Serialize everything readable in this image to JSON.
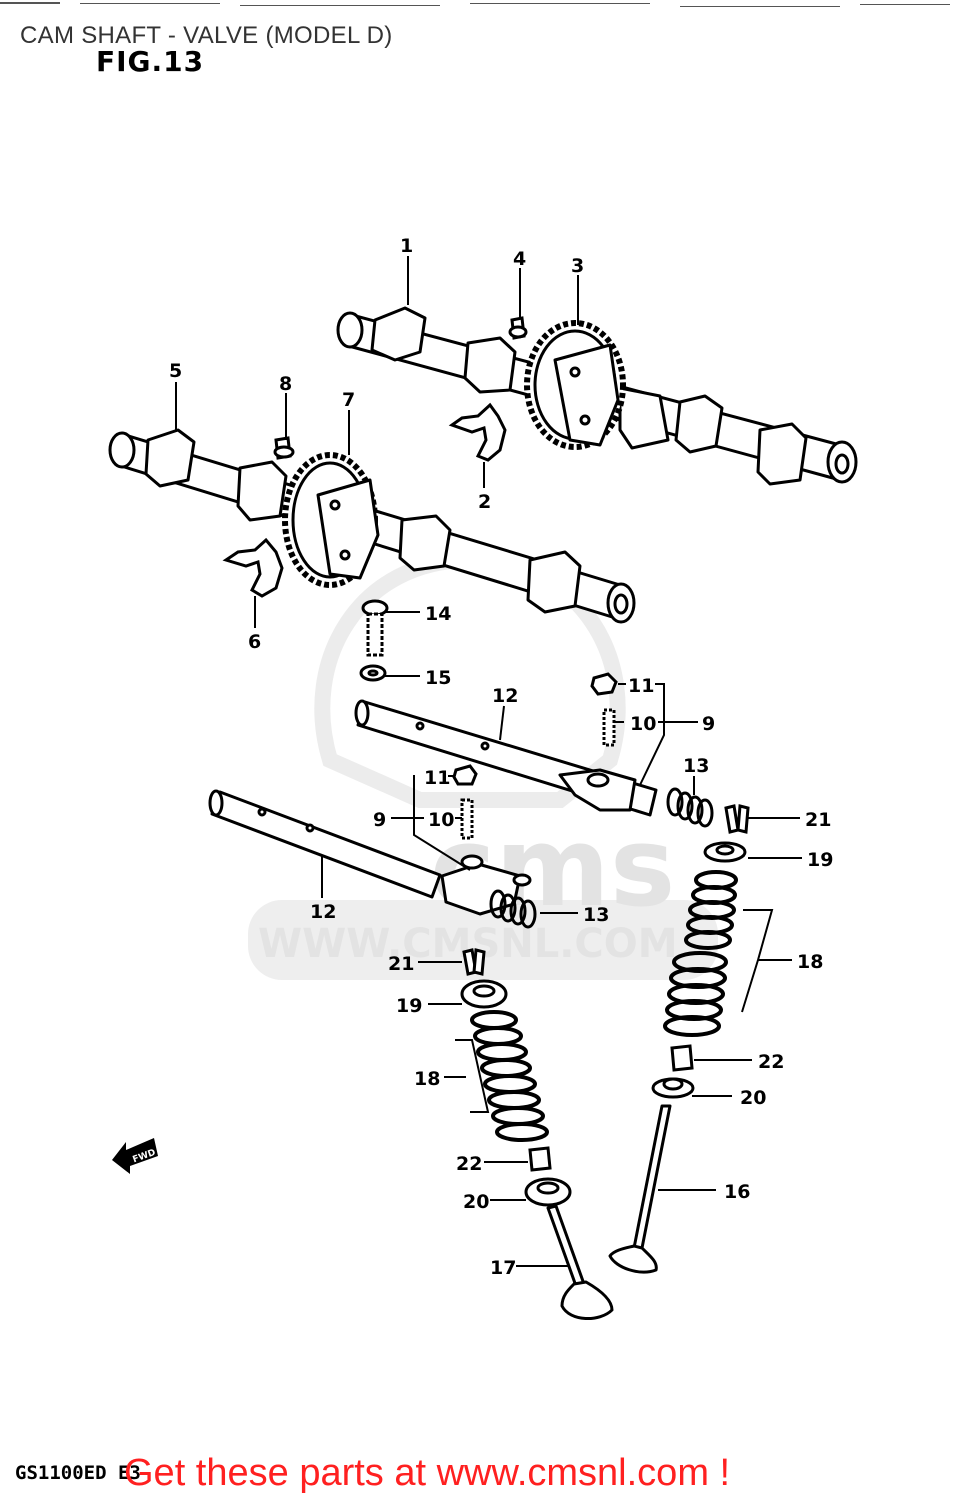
{
  "header": {
    "title": "CAM SHAFT - VALVE (MODEL D)",
    "figure": "FIG.13"
  },
  "watermark": {
    "brand": "cms",
    "url": "WWW.CMSNL.COM"
  },
  "front_marker": "FWD",
  "callouts": [
    {
      "id": "c1",
      "text": "1"
    },
    {
      "id": "c2",
      "text": "2"
    },
    {
      "id": "c3",
      "text": "3"
    },
    {
      "id": "c4",
      "text": "4"
    },
    {
      "id": "c5",
      "text": "5"
    },
    {
      "id": "c6",
      "text": "6"
    },
    {
      "id": "c7",
      "text": "7"
    },
    {
      "id": "c8",
      "text": "8"
    },
    {
      "id": "c14",
      "text": "14"
    },
    {
      "id": "c15",
      "text": "15"
    },
    {
      "id": "c12a",
      "text": "12"
    },
    {
      "id": "c11a",
      "text": "11"
    },
    {
      "id": "c10a",
      "text": "10"
    },
    {
      "id": "c9a",
      "text": "9"
    },
    {
      "id": "c13a",
      "text": "13"
    },
    {
      "id": "c21a",
      "text": "21"
    },
    {
      "id": "c19a",
      "text": "19"
    },
    {
      "id": "c11b",
      "text": "11"
    },
    {
      "id": "c9b",
      "text": "9"
    },
    {
      "id": "c10b",
      "text": "10"
    },
    {
      "id": "c12b",
      "text": "12"
    },
    {
      "id": "c13b",
      "text": "13"
    },
    {
      "id": "c18a",
      "text": "18"
    },
    {
      "id": "c21b",
      "text": "21"
    },
    {
      "id": "c19b",
      "text": "19"
    },
    {
      "id": "c18b",
      "text": "18"
    },
    {
      "id": "c22a",
      "text": "22"
    },
    {
      "id": "c20a",
      "text": "20"
    },
    {
      "id": "c16",
      "text": "16"
    },
    {
      "id": "c22b",
      "text": "22"
    },
    {
      "id": "c20b",
      "text": "20"
    },
    {
      "id": "c17",
      "text": "17"
    }
  ],
  "footer": {
    "model_code": "GS1100ED E3",
    "link_text": "Get these parts at www.cmsnl.com !",
    "link_color": "#ff2020"
  }
}
